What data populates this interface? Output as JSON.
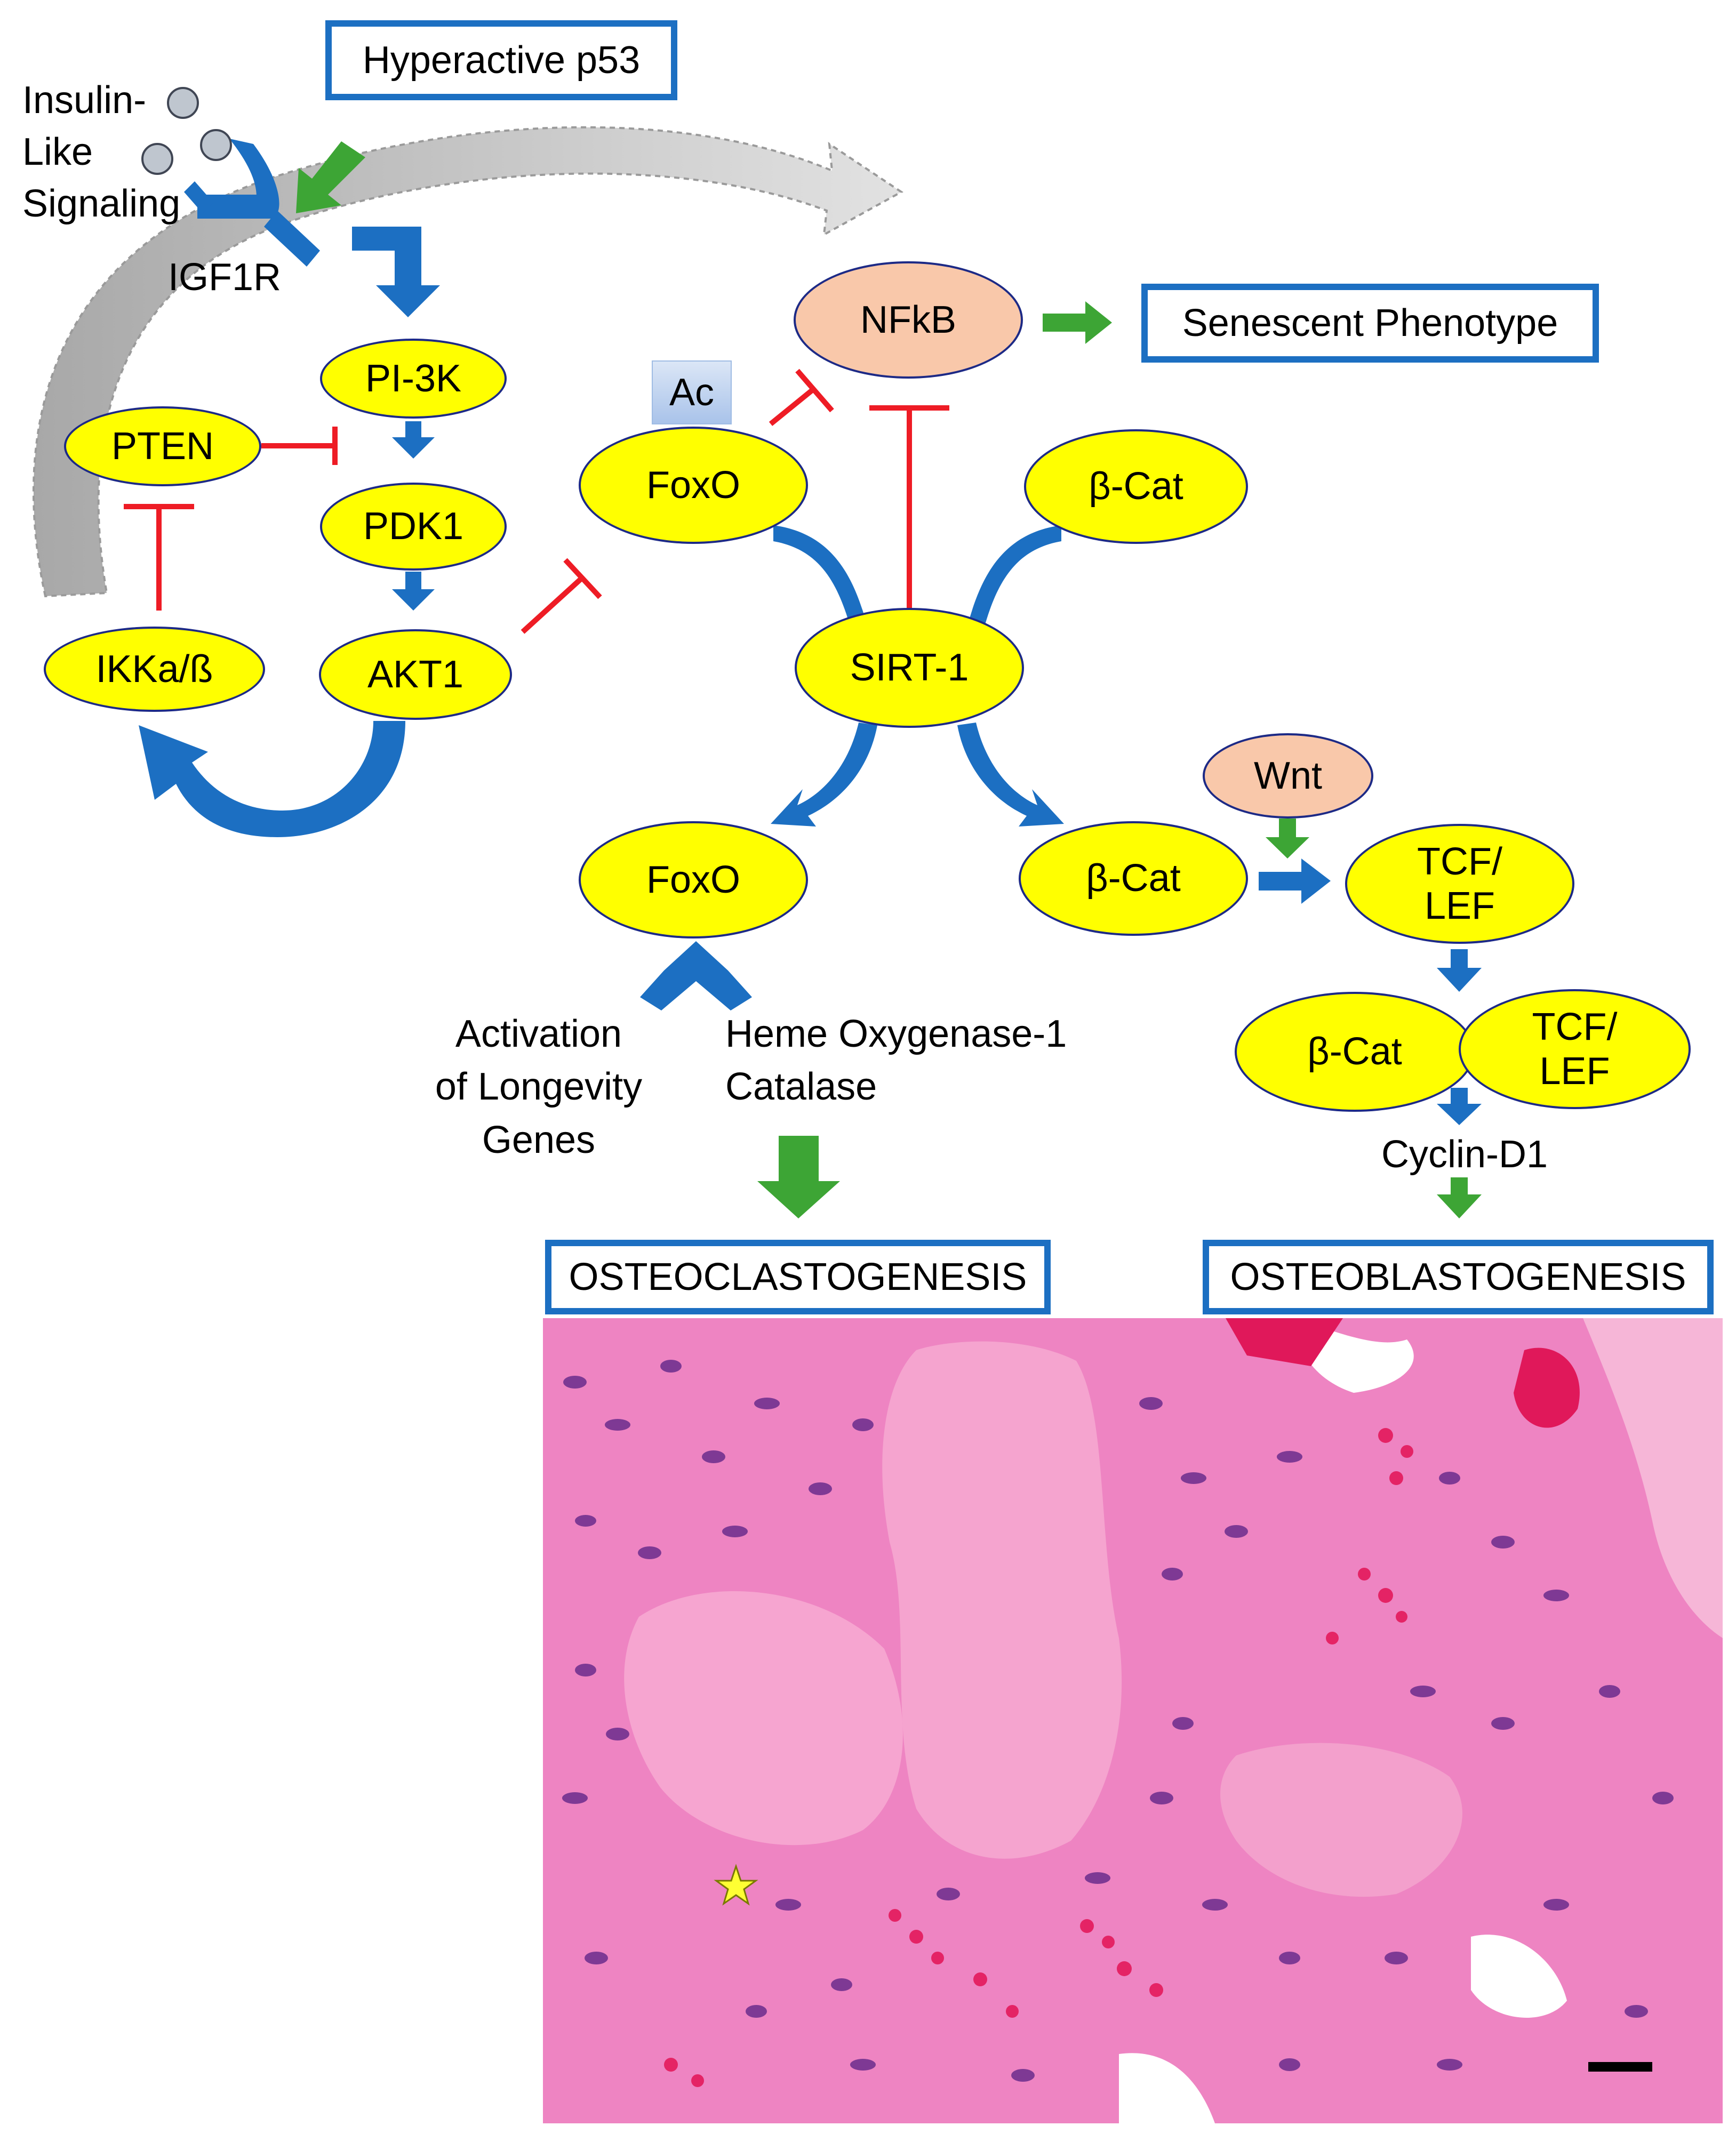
{
  "boxes": {
    "hyperactive_p53": "Hyperactive p53",
    "senescent_phenotype": "Senescent Phenotype",
    "osteoclastogenesis": "OSTEOCLASTOGENESIS",
    "osteoblastogenesis": "OSTEOBLASTOGENESIS"
  },
  "nodes": {
    "pi3k": "PI-3K",
    "pdk1": "PDK1",
    "akt1": "AKT1",
    "pten": "PTEN",
    "ikk": "IKKa/ß",
    "foxo_top": "FoxO",
    "ac": "Ac",
    "nfkb": "NFkB",
    "bcat_top": "β-Cat",
    "sirt1": "SIRT-1",
    "foxo_bottom": "FoxO",
    "bcat_mid": "β-Cat",
    "wnt": "Wnt",
    "tcf_lef_1": "TCF/\nLEF",
    "bcat_complex": "β-Cat",
    "tcf_lef_2": "TCF/\nLEF"
  },
  "labels": {
    "insulin_signaling": "Insulin-\nLike\nSignaling",
    "igf1r": "IGF1R",
    "longevity": "Activation\nof Longevity\nGenes",
    "heme": "Heme Oxygenase-1\nCatalase",
    "cyclin": "Cyclin-D1"
  },
  "colors": {
    "node_fill": "#ffff00",
    "node_peach": "#f9c8aa",
    "activation_arrow": "#1c6fc2",
    "inhibition": "#ee1c25",
    "green_arrow": "#3da535",
    "gray_feedback": "#c8c8c8",
    "tissue_pink": "#f07fbe",
    "nuclei": "#6a2c8c"
  }
}
